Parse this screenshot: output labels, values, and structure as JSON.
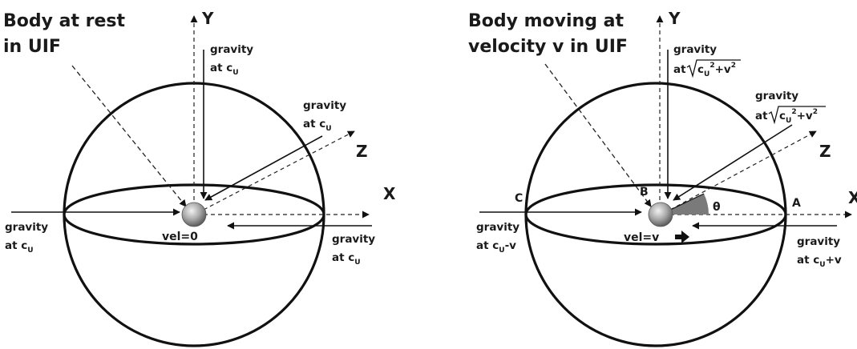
{
  "left": {
    "title_line1": "Body at rest",
    "title_line2": "in UIF",
    "axis_y": "Y",
    "axis_x": "X",
    "axis_z": "Z",
    "gravity_word": "gravity",
    "at_c": "at c",
    "sub_u": "U",
    "velocity": "vel=0"
  },
  "right": {
    "title_line1": "Body moving at",
    "title_line2": "velocity v in UIF",
    "axis_y": "Y",
    "axis_x": "X",
    "axis_z": "Z",
    "gravity_word": "gravity",
    "at": "at",
    "c": "c",
    "sub_u": "U",
    "sup_2": "2",
    "plus_v": "+v",
    "at_c": "at c",
    "minus_v": "-v",
    "plus_v_flat": "+v",
    "point_a": "A",
    "point_b": "B",
    "point_c": "C",
    "angle": "θ",
    "velocity": "vel=v"
  }
}
